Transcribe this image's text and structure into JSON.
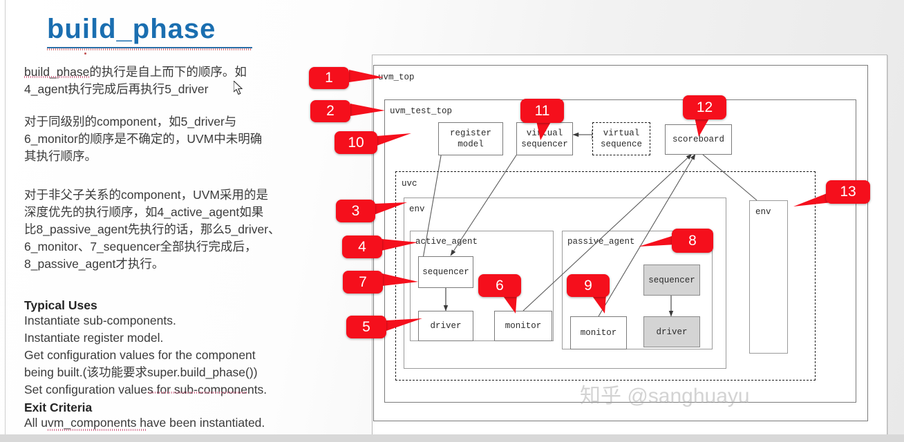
{
  "slide": {
    "title": "build_phase",
    "title_color": "#1a6eb0",
    "accent_color": "#f50f1c",
    "watermark": "知乎 @sanghuayu"
  },
  "body_text": {
    "para1_line1": "build_phase的执行是自上而下的顺序。如",
    "para1_line2": "4_agent执行完成后再执行5_driver",
    "para2_line1": "对于同级别的component，如5_driver与",
    "para2_line2": "6_monitor的顺序是不确定的，UVM中未明确",
    "para2_line3": "其执行顺序。",
    "para3_line1": "对于非父子关系的component，UVM采用的是",
    "para3_line2": "深度优先的执行顺序，如4_active_agent如果",
    "para3_line3": "比8_passive_agent先执行的话，那么5_driver、",
    "para3_line4": "6_monitor、7_sequencer全部执行完成后，",
    "para3_line5": "8_passive_agent才执行。",
    "heading1": "Typical Uses",
    "uses_line1": "Instantiate sub-components.",
    "uses_line2": "Instantiate register model.",
    "uses_line3": "Get configuration values for the component",
    "uses_line4": "being built.(该功能要求super.build_phase())",
    "uses_line5": "Set configuration values for sub-components.",
    "heading2": "Exit Criteria",
    "exit_line1": "All uvm_components have been instantiated."
  },
  "diagram": {
    "containers": {
      "uvm_top": "uvm_top",
      "uvm_test_top": "uvm_test_top",
      "uvc": "uvc",
      "env_left": "env",
      "active_agent": "active_agent",
      "passive_agent": "passive_agent",
      "env_right": "env"
    },
    "nodes": {
      "register_model_l1": "register",
      "register_model_l2": "model",
      "virtual_sequencer_l1": "virtual",
      "virtual_sequencer_l2": "sequencer",
      "virtual_sequence_l1": "virtual",
      "virtual_sequence_l2": "sequence",
      "scoreboard": "scoreboard",
      "active_sequencer": "sequencer",
      "active_driver": "driver",
      "active_monitor": "monitor",
      "passive_monitor": "monitor",
      "passive_sequencer": "sequencer",
      "passive_driver": "driver"
    },
    "badges": [
      {
        "id": "badge-1",
        "label": "1"
      },
      {
        "id": "badge-2",
        "label": "2"
      },
      {
        "id": "badge-3",
        "label": "3"
      },
      {
        "id": "badge-4",
        "label": "4"
      },
      {
        "id": "badge-5",
        "label": "5"
      },
      {
        "id": "badge-6",
        "label": "6"
      },
      {
        "id": "badge-7",
        "label": "7"
      },
      {
        "id": "badge-8",
        "label": "8"
      },
      {
        "id": "badge-9",
        "label": "9"
      },
      {
        "id": "badge-10",
        "label": "10"
      },
      {
        "id": "badge-11",
        "label": "11"
      },
      {
        "id": "badge-12",
        "label": "12"
      },
      {
        "id": "badge-13",
        "label": "13"
      }
    ]
  }
}
